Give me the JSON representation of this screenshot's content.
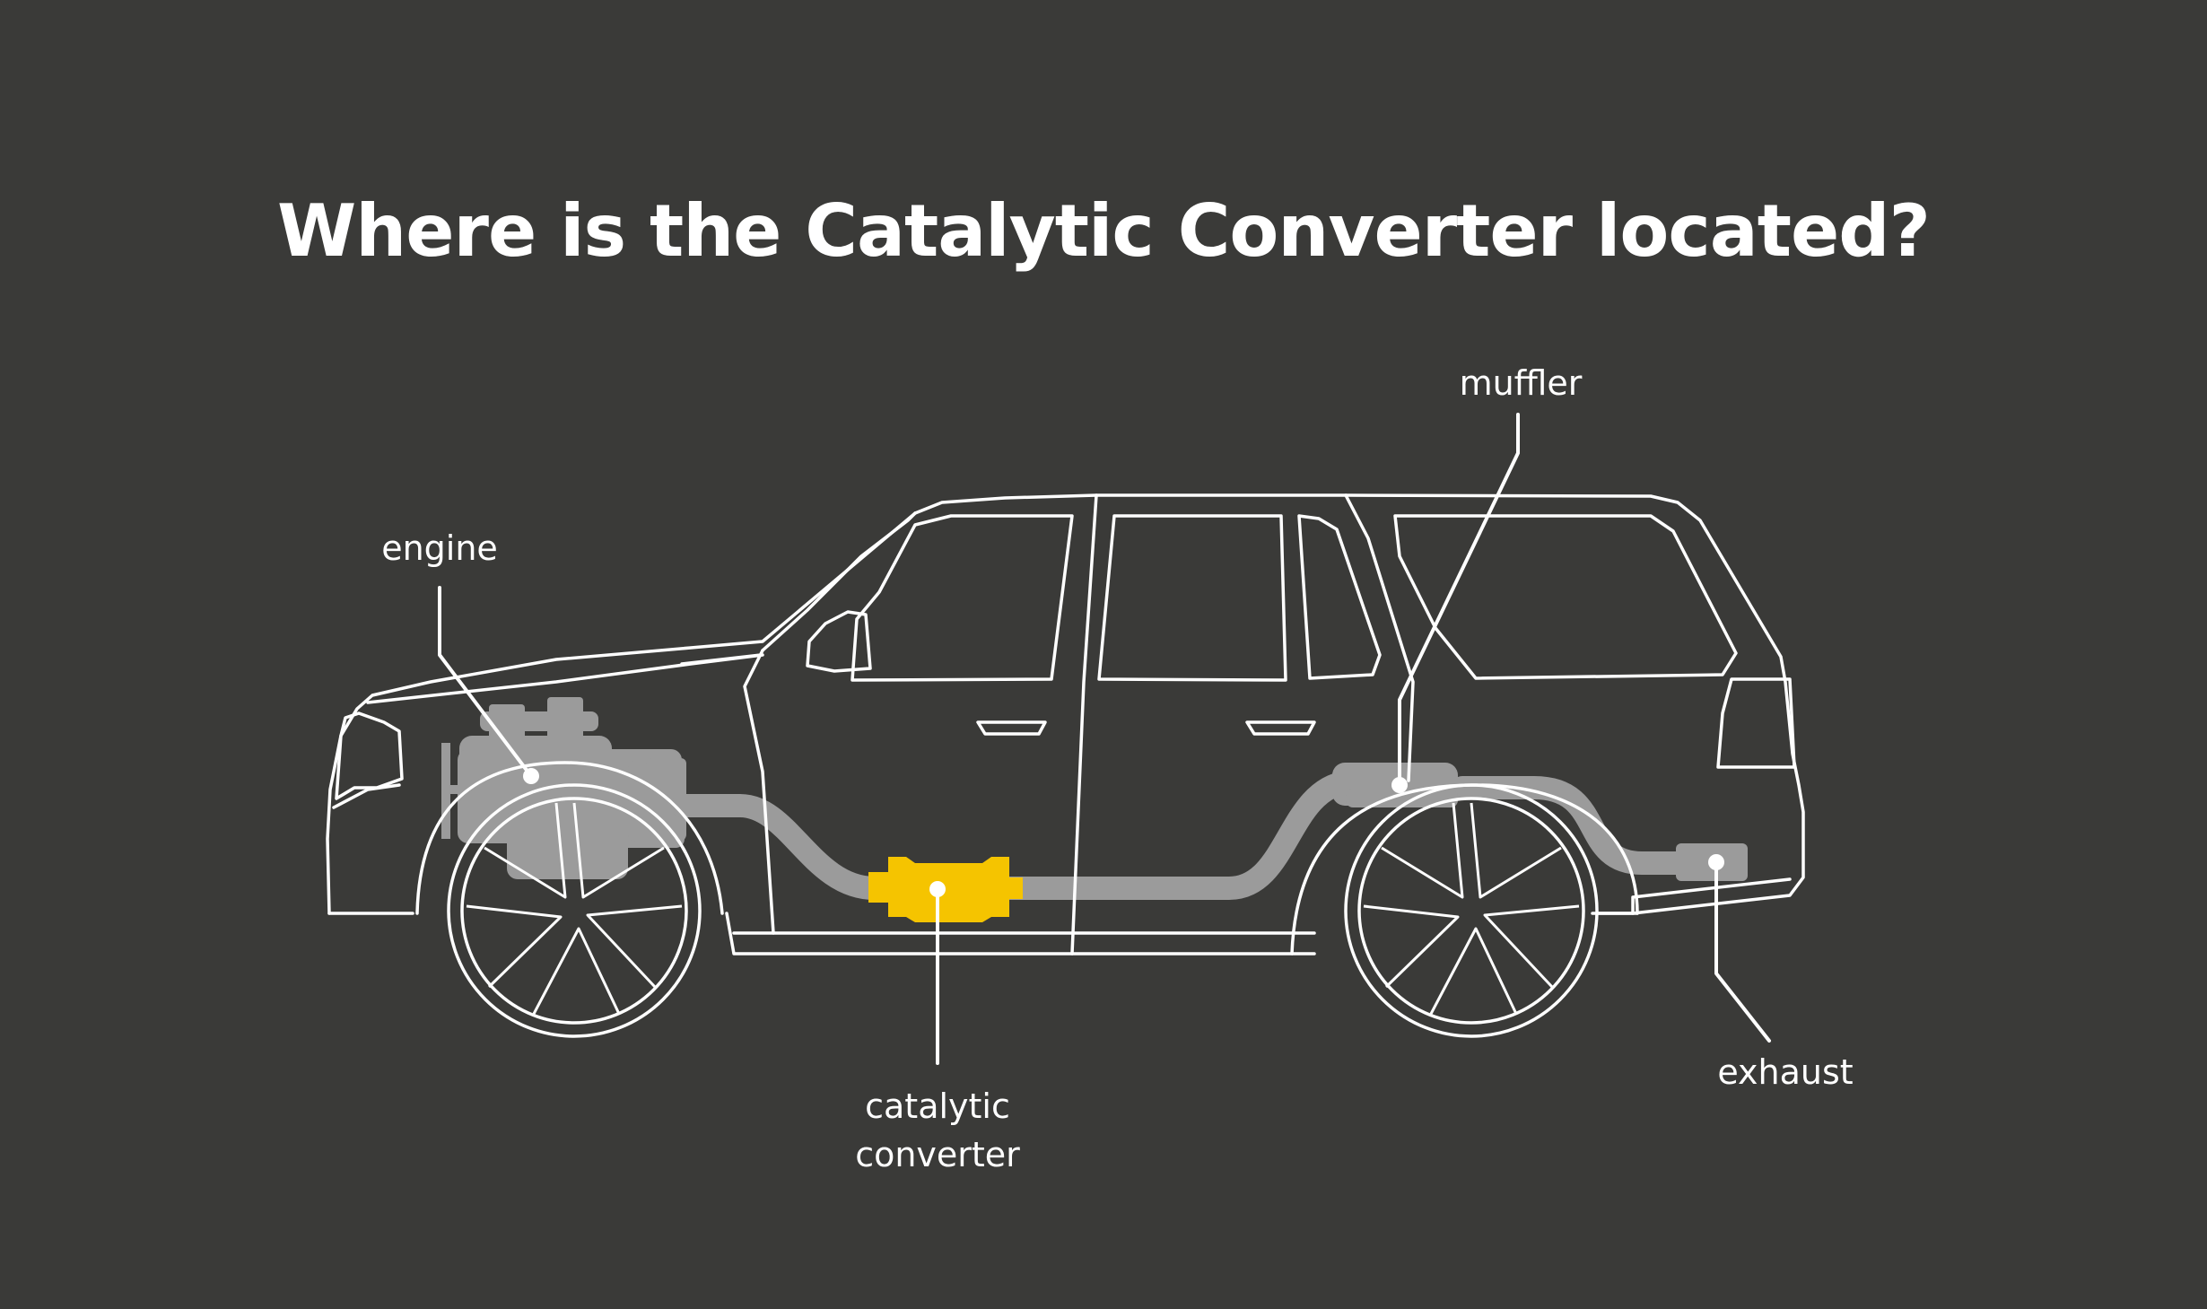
{
  "title": "Where is the Catalytic Converter located?",
  "labels": {
    "engine": "engine",
    "muffler": "muffler",
    "exhaust": "exhaust",
    "catalytic_line1": "catalytic",
    "catalytic_line2": "converter"
  },
  "colors": {
    "background": "#3a3a38",
    "outline": "#ffffff",
    "component_gray": "#9b9b9b",
    "catalytic_converter": "#f5c400"
  }
}
